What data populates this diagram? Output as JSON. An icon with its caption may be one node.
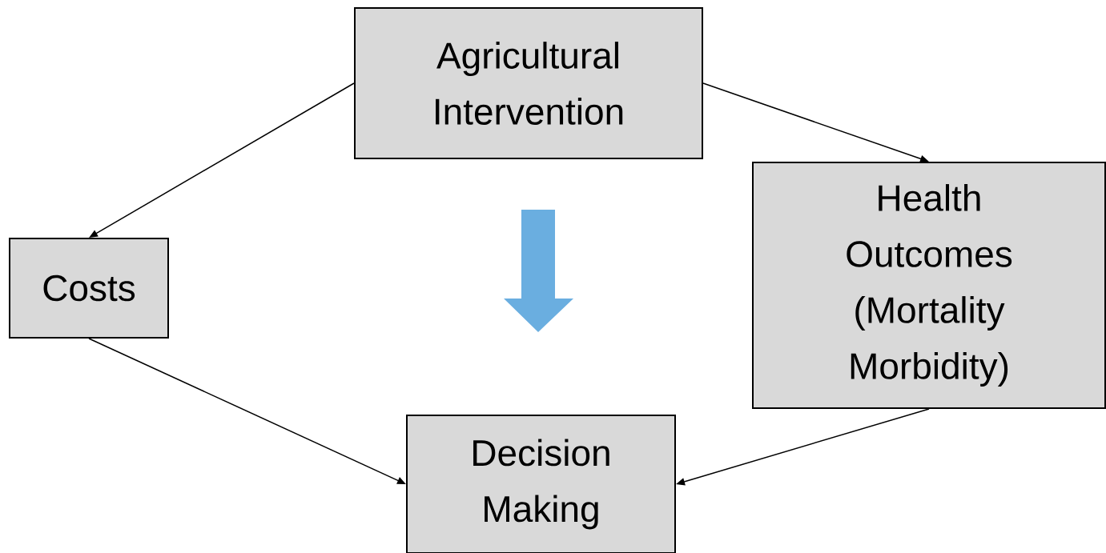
{
  "diagram": {
    "nodes": [
      {
        "text": [
          "Agricultural Intervention"
        ]
      },
      {
        "text": [
          "Costs"
        ]
      },
      {
        "text": [
          "Health Outcomes (Mortality Morbidity)"
        ]
      },
      {
        "text": [
          "Decision Making"
        ]
      }
    ],
    "edges": [
      {
        "from": 0,
        "to": 1,
        "arrow": "to"
      },
      {
        "from": 0,
        "to": 2,
        "arrow": "to"
      },
      {
        "from": 1,
        "to": 3,
        "arrow": "to"
      },
      {
        "from": 2,
        "to": 3,
        "arrow": "to"
      }
    ]
  }
}
